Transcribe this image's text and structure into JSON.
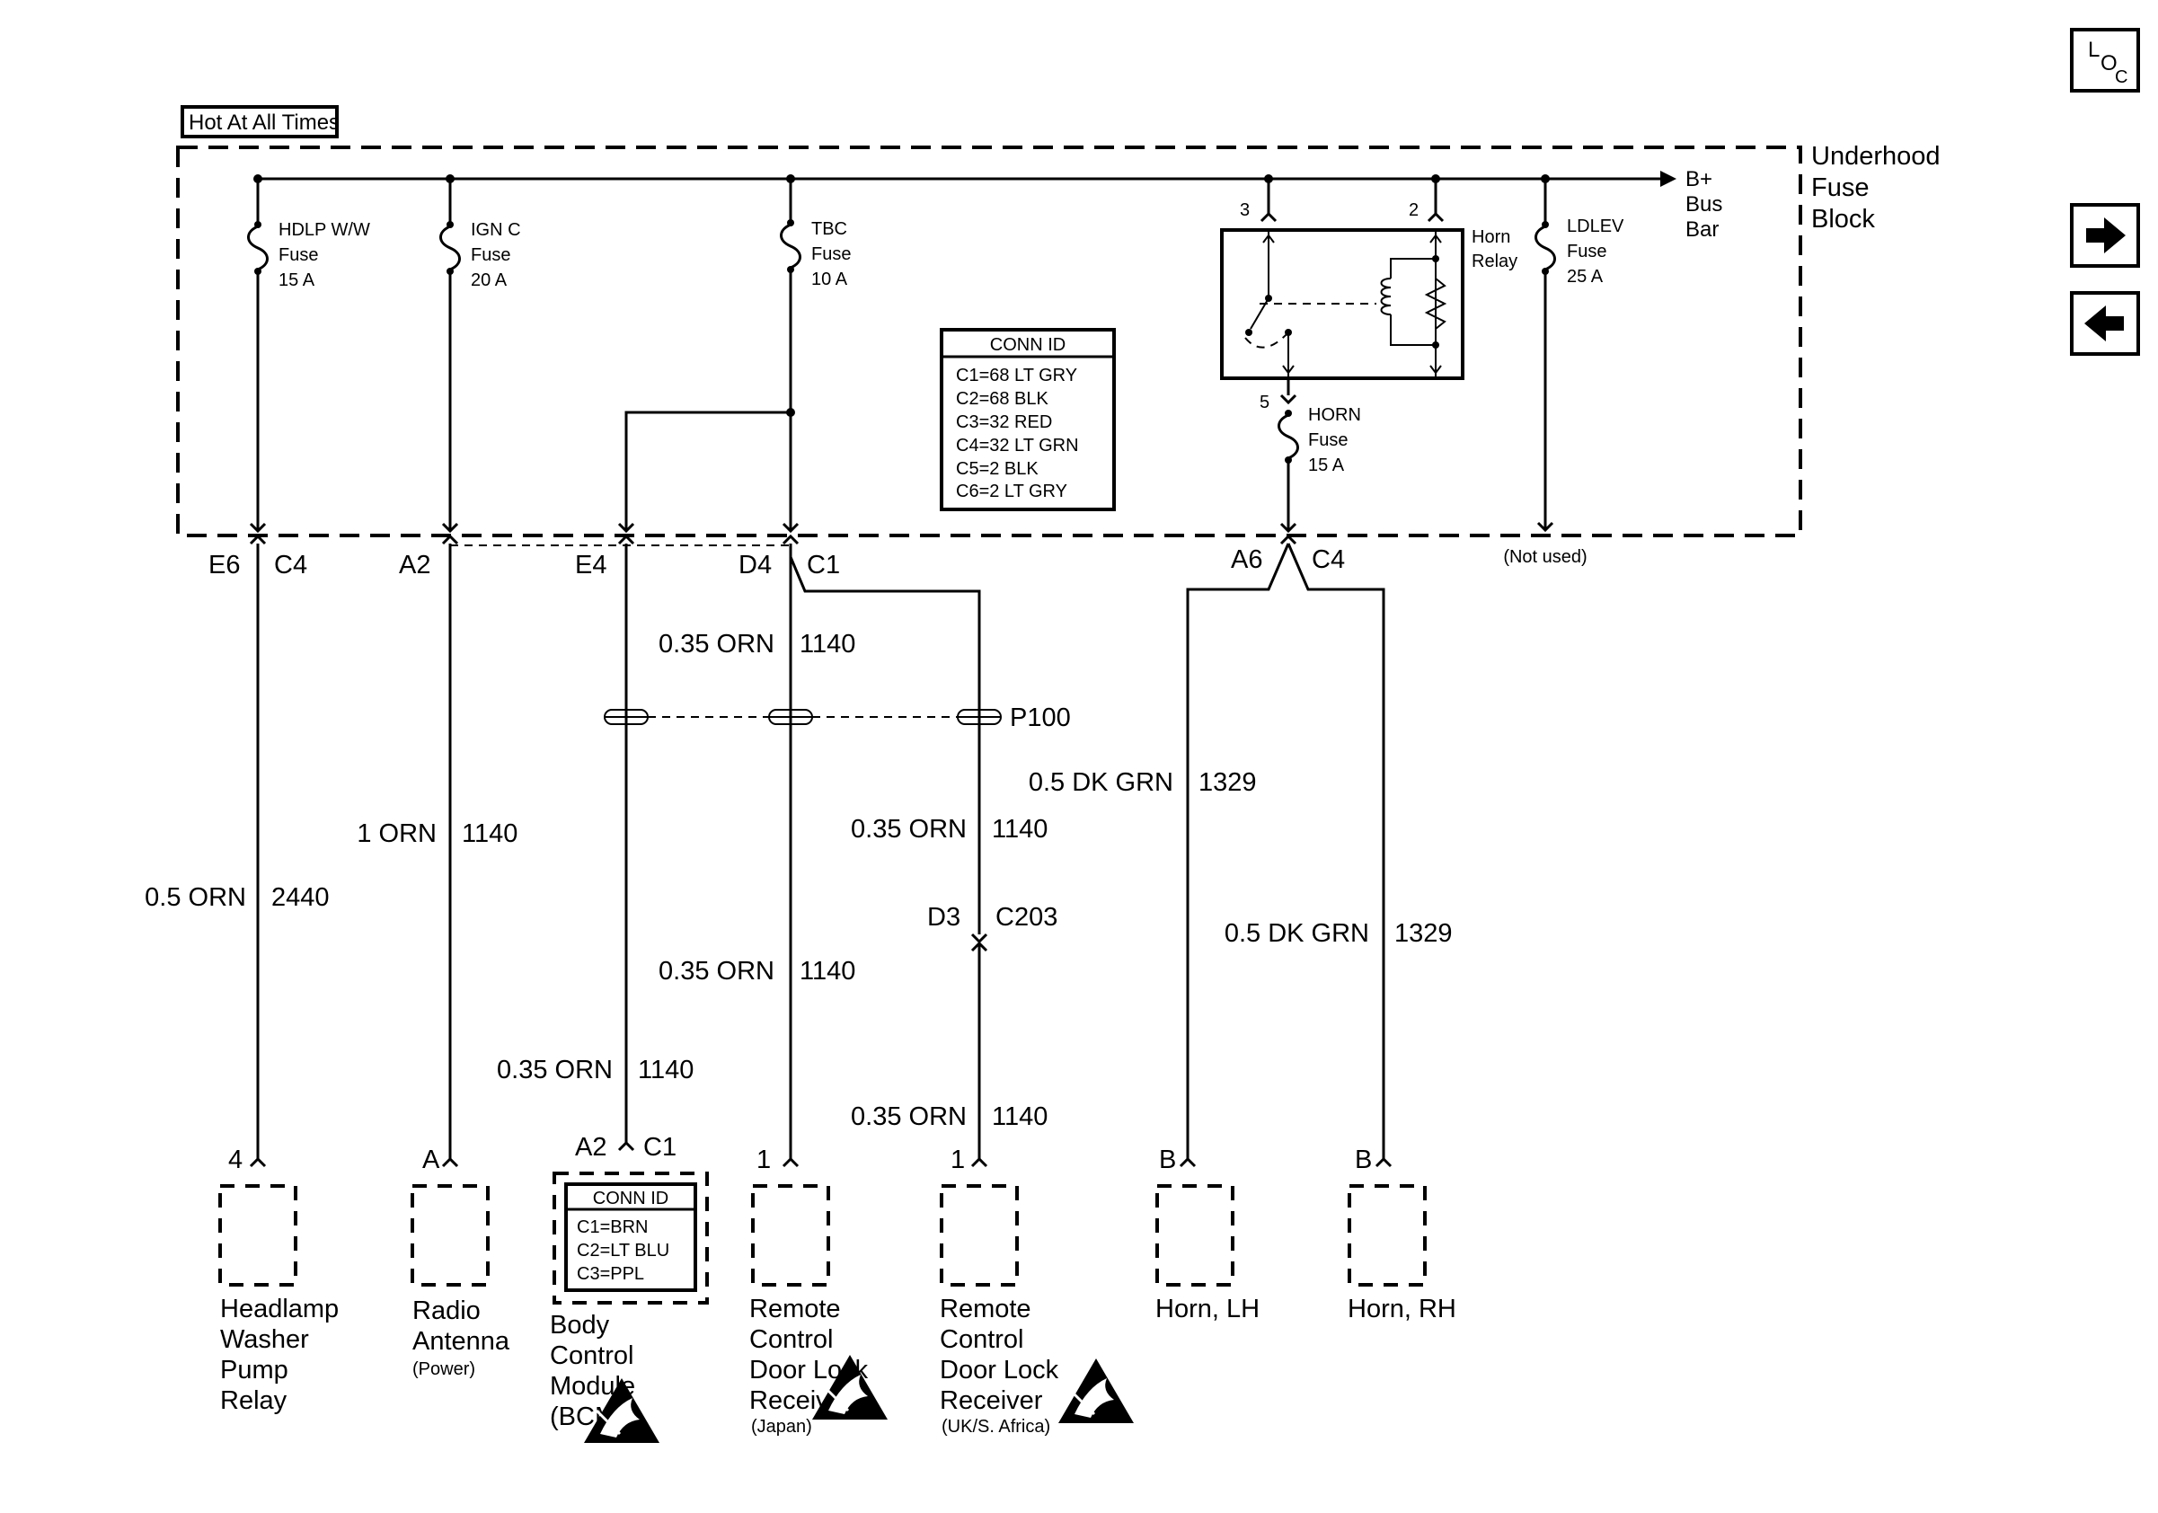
{
  "nav": {
    "loc_l": "L",
    "loc_o": "O",
    "loc_c": "C"
  },
  "hot_label": "Hot At All Times",
  "fuse_block": {
    "line1": "Underhood",
    "line2": "Fuse",
    "line3": "Block"
  },
  "bus_bar": {
    "line1": "B+",
    "line2": "Bus",
    "line3": "Bar"
  },
  "fuses": {
    "hdlp": {
      "name": "HDLP W/W",
      "word": "Fuse",
      "rating": "15 A"
    },
    "ign": {
      "name": "IGN C",
      "word": "Fuse",
      "rating": "20 A"
    },
    "tbc": {
      "name": "TBC",
      "word": "Fuse",
      "rating": "10 A"
    },
    "ldlev": {
      "name": "LDLEV",
      "word": "Fuse",
      "rating": "25 A"
    },
    "horn": {
      "name": "HORN",
      "word": "Fuse",
      "rating": "15 A"
    }
  },
  "relay": {
    "line1": "Horn",
    "line2": "Relay",
    "pin3": "3",
    "pin2": "2",
    "pin5": "5"
  },
  "conn_id_main": {
    "title": "CONN ID",
    "rows": [
      "C1=68 LT GRY",
      "C2=68 BLK",
      "C3=32 RED",
      "C4=32 LT GRN",
      "C5=2 BLK",
      "C6=2 LT GRY"
    ]
  },
  "conn_id_bcm": {
    "title": "CONN ID",
    "rows": [
      "C1=BRN",
      "C2=LT BLU",
      "C3=PPL"
    ]
  },
  "connectors": {
    "e6": "E6",
    "c4a": "C4",
    "a2": "A2",
    "e4": "E4",
    "d4": "D4",
    "c1": "C1",
    "a6": "A6",
    "c4b": "C4",
    "not_used": "(Not used)",
    "p100": "P100",
    "d3": "D3",
    "c203": "C203",
    "bcm_a2": "A2",
    "bcm_c1": "C1"
  },
  "wires": {
    "w1": {
      "size": "0.35 ORN",
      "circuit": "1140"
    },
    "w2": {
      "size": "0.5 DK GRN",
      "circuit": "1329"
    },
    "w3": {
      "size": "1 ORN",
      "circuit": "1140"
    },
    "w4": {
      "size": "0.35 ORN",
      "circuit": "1140"
    },
    "w5": {
      "size": "0.5 ORN",
      "circuit": "2440"
    },
    "w6": {
      "size": "0.5 DK GRN",
      "circuit": "1329"
    },
    "w7": {
      "size": "0.35 ORN",
      "circuit": "1140"
    },
    "w8": {
      "size": "0.35 ORN",
      "circuit": "1140"
    },
    "w9": {
      "size": "0.35 ORN",
      "circuit": "1140"
    }
  },
  "components": {
    "headlamp": {
      "pin": "4",
      "l1": "Headlamp",
      "l2": "Washer",
      "l3": "Pump",
      "l4": "Relay"
    },
    "radio": {
      "pin": "A",
      "l1": "Radio",
      "l2": "Antenna",
      "note": "(Power)"
    },
    "bcm": {
      "l1": "Body",
      "l2": "Control",
      "l3": "Module",
      "l4": "(BCM)"
    },
    "rcdl_jp": {
      "pin": "1",
      "l1": "Remote",
      "l2": "Control",
      "l3": "Door Lock",
      "l4": "Receiver",
      "note": "(Japan)"
    },
    "rcdl_uk": {
      "pin": "1",
      "l1": "Remote",
      "l2": "Control",
      "l3": "Door Lock",
      "l4": "Receiver",
      "note": "(UK/S. Africa)"
    },
    "horn_lh": {
      "pin": "B",
      "label": "Horn, LH"
    },
    "horn_rh": {
      "pin": "B",
      "label": "Horn, RH"
    }
  }
}
